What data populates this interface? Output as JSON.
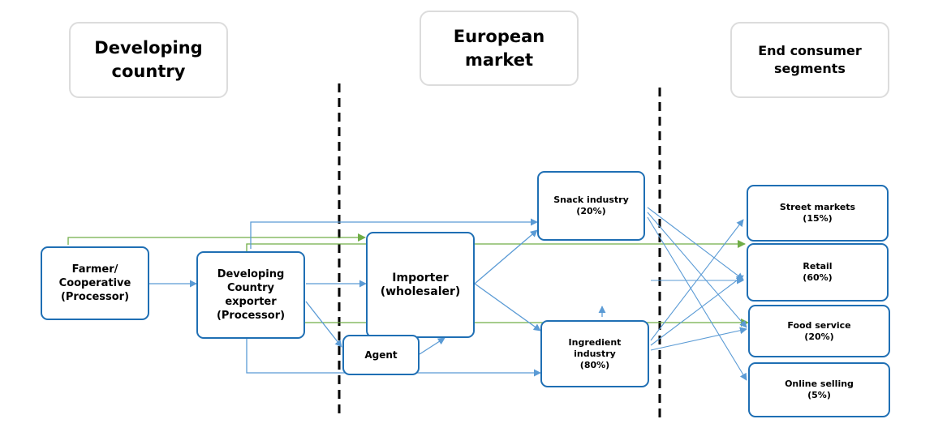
{
  "colors": {
    "node_border": "#1f6fb4",
    "arrow_blue": "#5b9bd5",
    "arrow_green": "#70ad47",
    "divider": "#000000",
    "header_border": "#dcdcdc"
  },
  "headers": {
    "developing_country": "Developing\ncountry",
    "european_market": "European\nmarket",
    "end_consumer_segments": "End consumer\nsegments"
  },
  "nodes": {
    "farmer": "Farmer/\nCooperative\n(Processor)",
    "exporter": "Developing\nCountry\nexporter\n(Processor)",
    "importer": "Importer\n(wholesaler)",
    "agent": "Agent",
    "snack_industry": "Snack industry\n(20%)",
    "ingredient_industry": "Ingredient\nindustry\n(80%)",
    "street_markets": "Street markets\n(15%)",
    "retail": "Retail\n(60%)",
    "food_service": "Food service\n(20%)",
    "online_selling": "Online selling\n(5%)"
  }
}
